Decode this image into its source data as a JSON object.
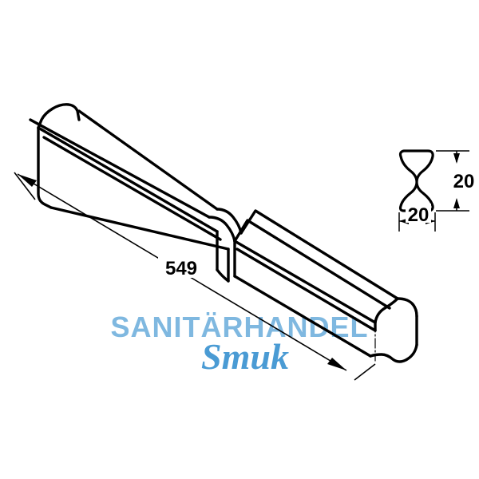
{
  "drawing": {
    "type": "technical-line-drawing",
    "background_color": "#ffffff",
    "line_color": "#000000",
    "title": "",
    "projection": "isometric",
    "part_description": "hourglass profile rail, two segments with centre joint"
  },
  "dimensions": {
    "length": {
      "value": "549",
      "label": "549",
      "orientation": "diagonal-lower-left",
      "arrowheads": "both-ends"
    },
    "section_height": {
      "value": "20",
      "label": "20",
      "orientation": "vertical",
      "position": "right-of-section"
    },
    "section_width": {
      "value": "20",
      "label": "20",
      "orientation": "horizontal",
      "position": "below-section"
    }
  },
  "cross_section": {
    "name": "profile-section-detail",
    "shape": "hourglass",
    "width_label": "20",
    "height_label": "20"
  },
  "watermark": {
    "line1": "SANITÄRHANDEL",
    "line2": "Smuk",
    "color_line1": "#7FB8E0",
    "color_line2": "#4A9BD4"
  }
}
